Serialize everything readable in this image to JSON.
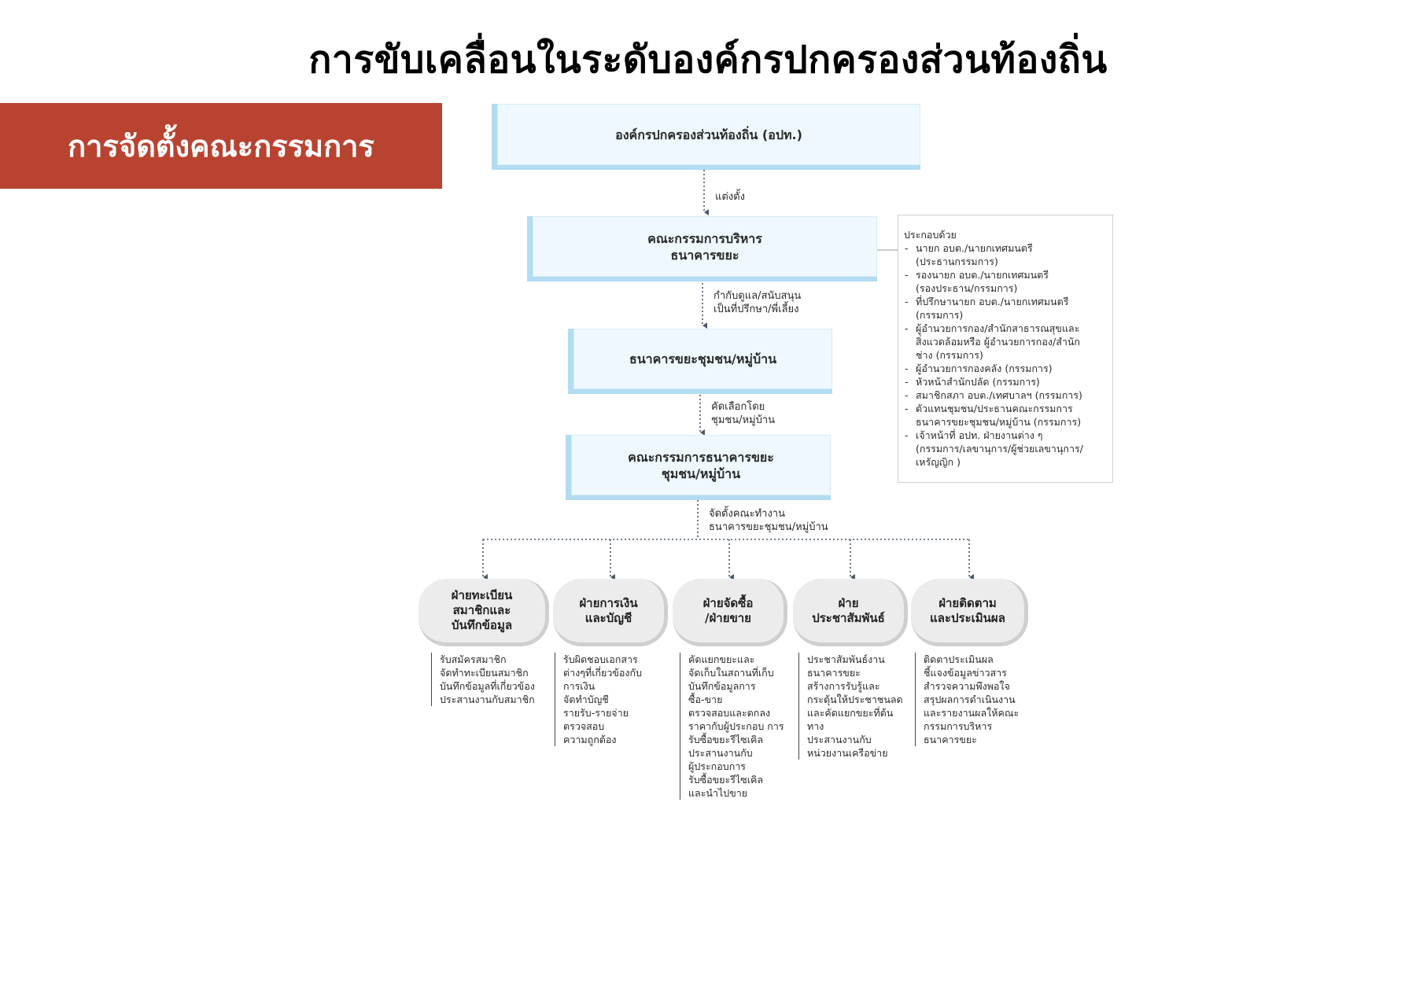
{
  "title": "การขับเคลื่อนในระดับองค์กรปกครองส่วนท้องถิ่น",
  "banner": "การจัดตั้งคณะกรรมการ",
  "boxes": {
    "lao": "องค์กรปกครองส่วนท้องถิ่น (อปท.)",
    "exec": "คณะกรรมการบริหาร\nธนาคารขยะ",
    "bank": "ธนาคารขยะชุมชน/หมู่บ้าน",
    "committee": "คณะกรรมการธนาคารขยะ\nชุมชน/หมู่บ้าน"
  },
  "connectors": {
    "appoint": "แต่งตั้ง",
    "supervise": "กำกับดูแล/สนับสนุน\nเป็นที่ปรึกษา/พี่เลี้ยง",
    "select": "คัดเลือกโดย\nชุมชน/หมู่บ้าน",
    "form": "จัดตั้งคณะทำงาน\nธนาคารขยะชุมชน/หมู่บ้าน"
  },
  "members": {
    "heading": "ประกอบด้วย",
    "items": [
      "นายก อบต./นายกเทศมนตรี\n(ประธานกรรมการ)",
      "รองนายก อบต./นายกเทศมนตรี\n(รองประธาน/กรรมการ)",
      "ที่ปรึกษานายก อบต./นายกเทศมนตรี\n(กรรมการ)",
      "ผู้อำนวยการกอง/สำนักสาธารณสุขและ\nสิ่งแวดล้อมหรือ ผู้อำนวยการกอง/สำนัก\nช่าง (กรรมการ)",
      "ผู้อำนวยการกองคลัง (กรรมการ)",
      "หัวหน้าสำนักปลัด (กรรมการ)",
      "สมาชิกสภา อบต./เทศบาลฯ (กรรมการ)",
      "ตัวแทนชุมชน/ประธานคณะกรรมการ\nธนาคารขยะชุมชน/หมู่บ้าน (กรรมการ)",
      "เจ้าหน้าที่ อปท. ฝ่ายงานต่าง ๆ\n(กรรมการ/เลขานุการ/ผู้ช่วยเลขานุการ/\nเหรัญญิก )"
    ]
  },
  "departments": [
    {
      "name": "ฝ่ายทะเบียน\nสมาชิกและ\nบันทึกข้อมูล",
      "duties": [
        "รับสมัครสมาชิก",
        "จัดทำทะเบียนสมาชิก",
        "บันทึกข้อมูลที่เกี่ยวข้อง",
        "ประสานงานกับสมาชิก"
      ]
    },
    {
      "name": "ฝ่ายการเงิน\nและบัญชี",
      "duties": [
        "รับผิดชอบเอกสาร\nต่างๆที่เกี่ยวข้องกับ\nการเงิน",
        "จัดทำบัญชี\nรายรับ-รายจ่าย",
        "ตรวจสอบ\nความถูกต้อง"
      ]
    },
    {
      "name": "ฝ่ายจัดซื้อ\n/ฝ่ายขาย",
      "duties": [
        "คัดแยกขยะและ\nจัดเก็บในสถานที่เก็บ",
        "บันทึกข้อมูลการ\nซื้อ-ขาย",
        "ตรวจสอบและตกลง\nราคากับผู้ประกอบ การ\nรับซื้อขยะรีไซเคิล",
        "ประสานงานกับ\nผู้ประกอบการ\nรับซื้อขยะรีไซเคิล\nและนำไปขาย"
      ]
    },
    {
      "name": "ฝ่าย\nประชาสัมพันธ์",
      "duties": [
        "ประชาสัมพันธ์งาน\nธนาคารขยะ",
        "สร้างการรับรู้และ\nกระตุ้นให้ประชาชนลด\nและคัดแยกขยะที่ต้น\nทาง",
        "ประสานงานกับ\nหน่วยงานเครือข่าย"
      ]
    },
    {
      "name": "ฝ่ายติดตาม\nและประเมินผล",
      "duties": [
        "ติดตาประเมินผล",
        "ชี้แจงข้อมูลข่าวสาร",
        "สำรวจความพึงพอใจ",
        "สรุปผลการดำเนินงาน\nและรายงานผลให้คณะ\nกรรมการบริหาร\nธนาคารขยะ"
      ]
    }
  ]
}
